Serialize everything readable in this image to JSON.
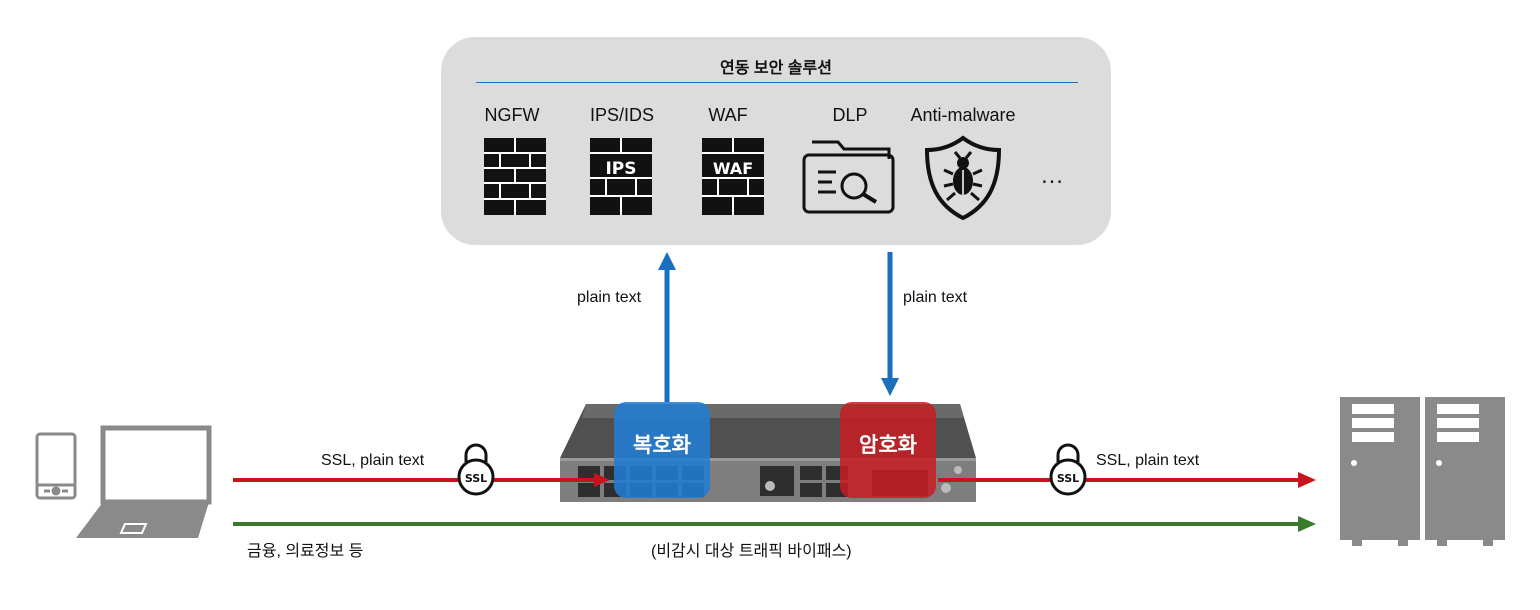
{
  "panel": {
    "title": "연동 보안 솔루션",
    "solutions": [
      {
        "label": "NGFW",
        "icon": "firewall-icon"
      },
      {
        "label": "IPS/IDS",
        "icon": "ips-firewall-icon",
        "icon_text": "IPS"
      },
      {
        "label": "WAF",
        "icon": "waf-firewall-icon",
        "icon_text": "WAF"
      },
      {
        "label": "DLP",
        "icon": "dlp-folder-search-icon"
      },
      {
        "label": "Anti-malware",
        "icon": "shield-bug-icon"
      }
    ],
    "more": "…"
  },
  "flows": {
    "up_label": "plain text",
    "down_label": "plain text",
    "left_label": "SSL, plain text",
    "right_label": "SSL, plain text",
    "bypass_label": "(비감시 대상 트래픽 바이패스)",
    "bypass_example": "금융, 의료정보 등"
  },
  "device": {
    "decrypt_label": "복호화",
    "encrypt_label": "암호화"
  },
  "ssl_lock_text": "SSL",
  "colors": {
    "blue_arrow": "#1a6fbf",
    "red_line": "#c8141c",
    "green_line": "#3a7a2c",
    "panel_bg": "#dcdcdc",
    "decrypt_bg": "#217cd2",
    "encrypt_bg": "#c81c23"
  }
}
